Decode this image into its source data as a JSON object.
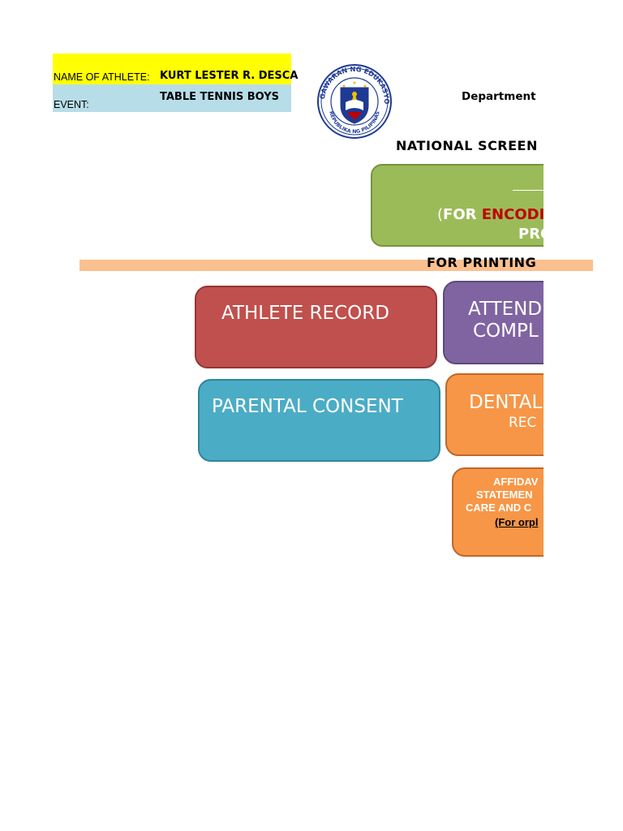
{
  "athlete": {
    "name_label": "NAME OF ATHLETE:",
    "name_value": "KURT LESTER R. DESCA",
    "event_label": "EVENT:",
    "event_value": "TABLE TENNIS BOYS"
  },
  "header": {
    "seal_top_text": "KAGAWARAN NG EDUKASYON",
    "seal_bottom_text": "REPUBLIKA NG PILIPINAS",
    "department": "Department",
    "program": "NATIONAL SCREEN"
  },
  "encoding_box": {
    "open_paren": "(",
    "for": "FOR ",
    "encode": "ENCODI",
    "line2": "PRO"
  },
  "printing_bar": {
    "text": "FOR PRINTING"
  },
  "cards": {
    "athlete_record": "ATHLETE RECORD",
    "parental_consent": "PARENTAL CONSENT",
    "attend_line1": "ATTEND",
    "attend_line2": "COMPL",
    "dental_line1": "DENTAL",
    "dental_line2": "REC",
    "affid_line1": "AFFIDAV",
    "affid_line2": "STATEMEN",
    "affid_line3": "CARE AND C",
    "affid_line4": "(For orpl"
  },
  "colors": {
    "name_row": "#ffff00",
    "event_row": "#b7dde8",
    "green_box": "#9bbb59",
    "peach_bar": "#fac090",
    "athlete_card": "#c0504d",
    "parental_card": "#4bacc6",
    "attend_card": "#8064a2",
    "dental_card": "#f79646",
    "affid_card": "#f79646"
  }
}
